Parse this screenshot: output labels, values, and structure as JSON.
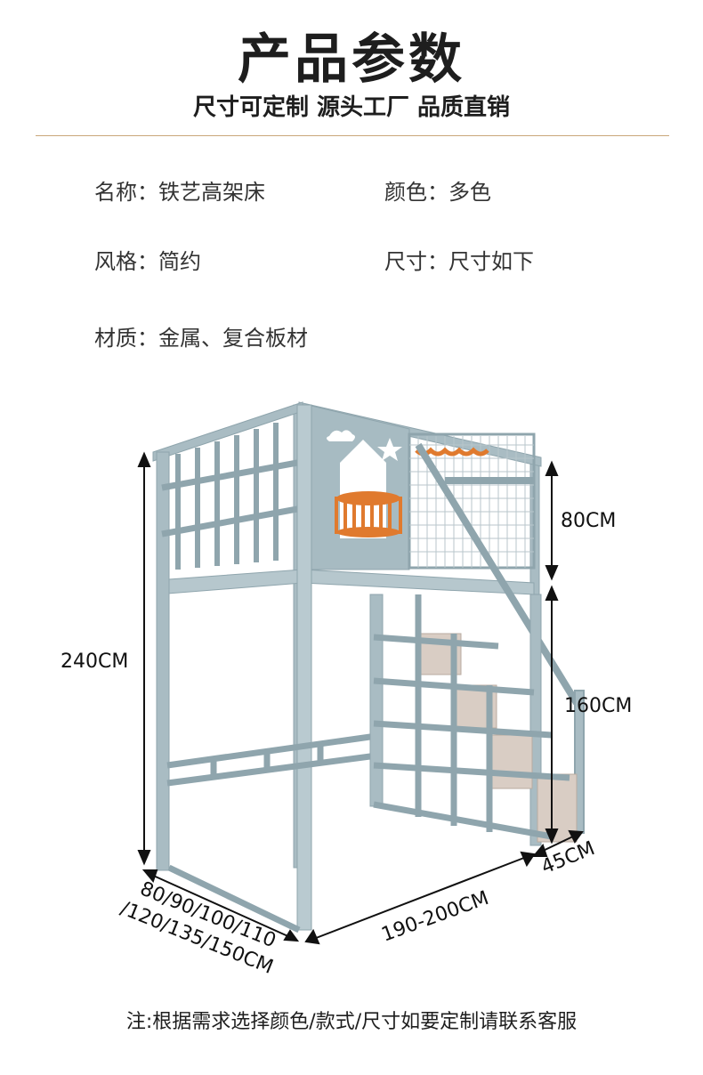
{
  "header": {
    "title": "产品参数",
    "subtitle": "尺寸可定制 源头工厂 品质直销"
  },
  "specs": {
    "name": "名称：铁艺高架床",
    "color": "颜色：多色",
    "style": "风格：简约",
    "size": "尺寸：尺寸如下",
    "material": "材质：金属、复合板材"
  },
  "dimensions": {
    "total_height": "240CM",
    "guard_height": "80CM",
    "stair_height": "160CM",
    "stair_depth": "45CM",
    "length": "190-200CM",
    "width_line1": "80/90/100/110",
    "width_line2": "/120/135/150CM"
  },
  "colors": {
    "frame": "#9fb4bc",
    "frame_dark": "#7d949c",
    "orange": "#e07a2e",
    "board": "#d9cdc4"
  },
  "footer": {
    "note": "注:根据需求选择颜色/款式/尺寸如要定制请联系客服"
  }
}
